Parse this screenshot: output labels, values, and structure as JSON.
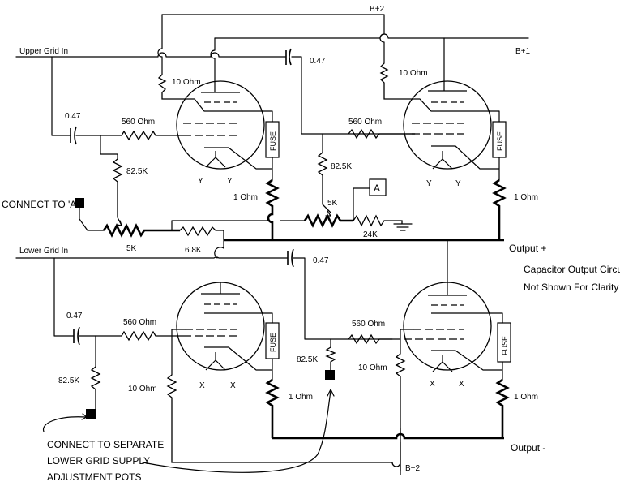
{
  "rails": {
    "b_plus_2_top": "B+2",
    "b_plus_1": "B+1",
    "b_plus_2_bottom": "B+2",
    "output_plus": "Output +",
    "output_minus": "Output -"
  },
  "inputs": {
    "upper_grid_in": "Upper Grid In",
    "lower_grid_in": "Lower Grid In"
  },
  "notes": {
    "connect_a": "CONNECT TO 'A'",
    "capacitor_note_line1": "Capacitor Output Circuitry",
    "capacitor_note_line2": "Not Shown For Clarity",
    "separate_line1": "CONNECT TO SEPARATE",
    "separate_line2": "LOWER GRID SUPPLY",
    "separate_line3": "ADJUSTMENT POTS"
  },
  "components": {
    "cap_upper_left": "0.47",
    "cap_upper_mid": "0.47",
    "cap_lower_mid": "0.47",
    "cap_lower_left": "0.47",
    "res_upper_left_screen": "10 Ohm",
    "res_upper_right_screen": "10 Ohm",
    "res_upper_left_grid": "560 Ohm",
    "res_upper_right_grid": "560 Ohm",
    "res_upper_left_bias": "82.5K",
    "res_upper_mid_bias": "82.5K",
    "pot_left": "5K",
    "pot_mid": "5K",
    "res_24k": "24K",
    "res_6_8k": "6.8K",
    "res_upper_left_cathode": "1 Ohm",
    "res_upper_right_cathode": "1 Ohm",
    "res_lower_left_grid": "560 Ohm",
    "res_lower_right_grid": "560 Ohm",
    "res_lower_left_bias": "82.5K",
    "res_lower_mid_bias": "82.5K",
    "res_lower_left_screen": "10 Ohm",
    "res_lower_right_screen": "10 Ohm",
    "res_lower_left_cathode": "1 Ohm",
    "res_lower_right_cathode": "1 Ohm",
    "fuse_upper_left": "FUSE",
    "fuse_upper_right": "FUSE",
    "fuse_lower_left": "FUSE",
    "fuse_lower_right": "FUSE",
    "node_a": "A"
  },
  "pins": {
    "y_left_1": "Y",
    "y_left_2": "Y",
    "y_right_1": "Y",
    "y_right_2": "Y",
    "x_left_1": "X",
    "x_left_2": "X",
    "x_right_1": "X",
    "x_right_2": "X"
  }
}
